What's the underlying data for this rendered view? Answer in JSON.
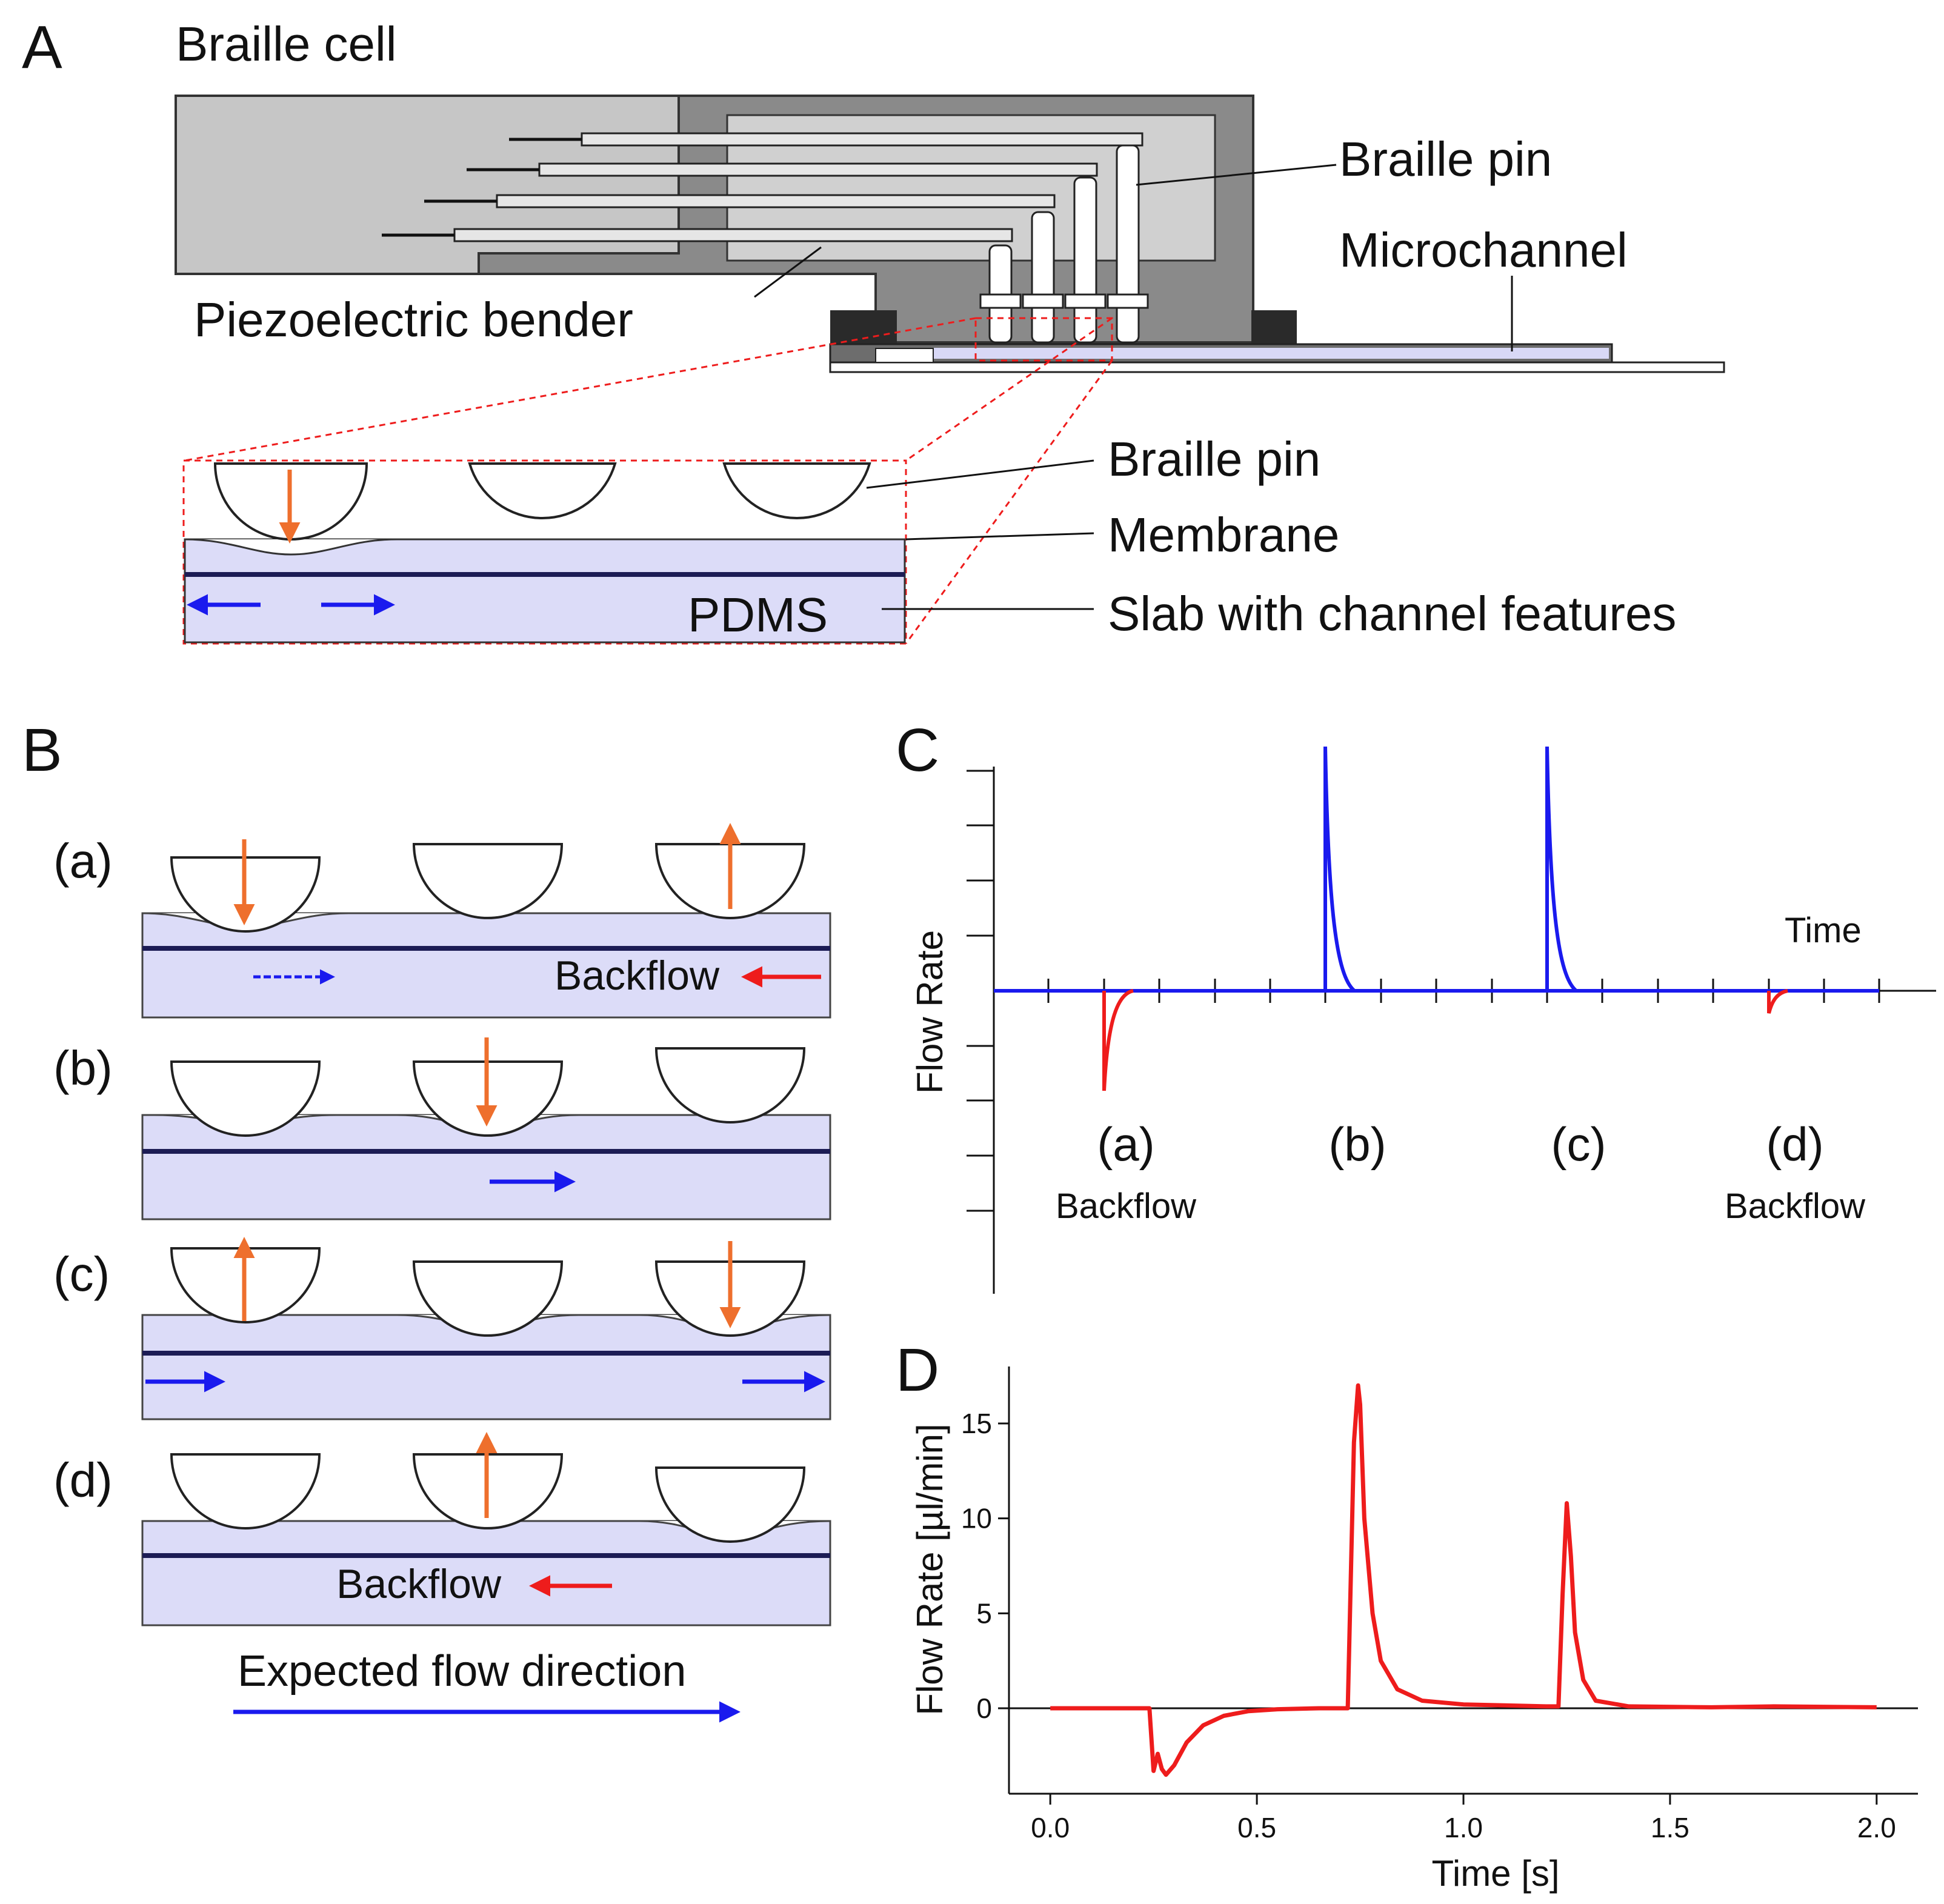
{
  "panel_a": {
    "letter": "A",
    "title": "Braille cell",
    "labels": {
      "braille_pin": "Braille pin",
      "microchannel": "Microchannel",
      "piezo": "Piezoelectric bender"
    },
    "inset": {
      "pdms": "PDMS",
      "braille_pin": "Braille pin",
      "membrane": "Membrane",
      "slab": "Slab with channel features"
    }
  },
  "panel_b": {
    "letter": "B",
    "rows": [
      {
        "tag": "(a)",
        "text": "Backflow"
      },
      {
        "tag": "(b)",
        "text": ""
      },
      {
        "tag": "(c)",
        "text": ""
      },
      {
        "tag": "(d)",
        "text": "Backflow"
      }
    ],
    "footer": "Expected flow direction"
  },
  "panel_c": {
    "letter": "C",
    "ylabel": "Flow Rate",
    "xlabel": "Time",
    "events": [
      {
        "tag": "(a)",
        "sub": "Backflow"
      },
      {
        "tag": "(b)",
        "sub": ""
      },
      {
        "tag": "(c)",
        "sub": ""
      },
      {
        "tag": "(d)",
        "sub": "Backflow"
      }
    ]
  },
  "chart_data": {
    "type": "line",
    "title": "",
    "xlabel": "Time [s]",
    "ylabel": "Flow Rate [µl/min]",
    "xlim": [
      -0.1,
      2.1
    ],
    "ylim": [
      -4.5,
      18
    ],
    "xticks": [
      "0.0",
      "0.5",
      "1.0",
      "1.5",
      "2.0"
    ],
    "yticks": [
      "0",
      "5",
      "10",
      "15"
    ],
    "grid": false,
    "color": "#ee1c1c",
    "series": [
      {
        "x": [
          0.0,
          0.2,
          0.24,
          0.25,
          0.26,
          0.27,
          0.28,
          0.3,
          0.33,
          0.37,
          0.42,
          0.48,
          0.55,
          0.65,
          0.72,
          0.735,
          0.745,
          0.75,
          0.76,
          0.78,
          0.8,
          0.84,
          0.9,
          1.0,
          1.1,
          1.2,
          1.23,
          1.24,
          1.25,
          1.26,
          1.27,
          1.29,
          1.32,
          1.4,
          1.6,
          1.75,
          2.0
        ],
        "y": [
          0,
          0,
          0,
          -3.3,
          -2.4,
          -3.2,
          -3.5,
          -3.0,
          -1.8,
          -0.9,
          -0.4,
          -0.15,
          -0.05,
          0,
          0,
          14,
          17,
          16,
          10,
          5,
          2.5,
          1.0,
          0.4,
          0.2,
          0.15,
          0.1,
          0.1,
          6,
          10.8,
          8,
          4,
          1.5,
          0.4,
          0.1,
          0.05,
          0.1,
          0.05
        ]
      }
    ]
  }
}
